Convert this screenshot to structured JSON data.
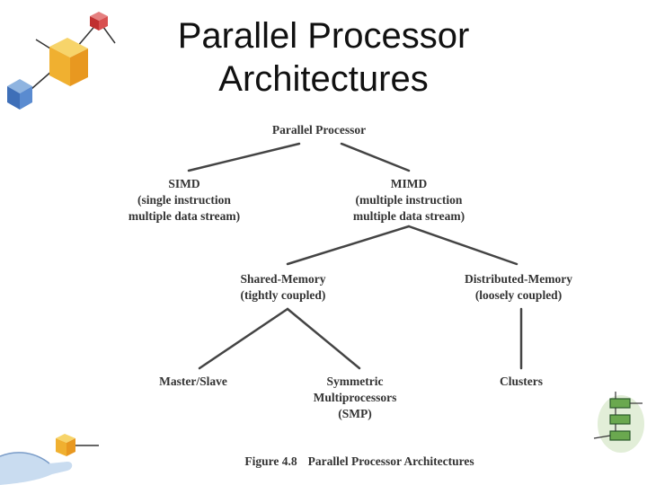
{
  "title": {
    "line1": "Parallel Processor",
    "line2": "Architectures"
  },
  "diagram": {
    "root": {
      "label": "Parallel Processor"
    },
    "simd": {
      "line1": "SIMD",
      "line2": "(single instruction",
      "line3": "multiple data stream)"
    },
    "mimd": {
      "line1": "MIMD",
      "line2": "(multiple instruction",
      "line3": "multiple data stream)"
    },
    "shared": {
      "line1": "Shared-Memory",
      "line2": "(tightly coupled)"
    },
    "distributed": {
      "line1": "Distributed-Memory",
      "line2": "(loosely coupled)"
    },
    "master_slave": {
      "label": "Master/Slave"
    },
    "smp": {
      "line1": "Symmetric",
      "line2": "Multiprocessors",
      "line3": "(SMP)"
    },
    "clusters": {
      "label": "Clusters"
    }
  },
  "caption": {
    "figure_number": "Figure 4.8",
    "text": "Parallel Processor Architectures"
  },
  "icons": {
    "top_left": "cubes-network-clipart-icon",
    "bottom_left": "hand-holding-cube-clipart-icon",
    "bottom_right": "stacked-boxes-clipart-icon"
  }
}
